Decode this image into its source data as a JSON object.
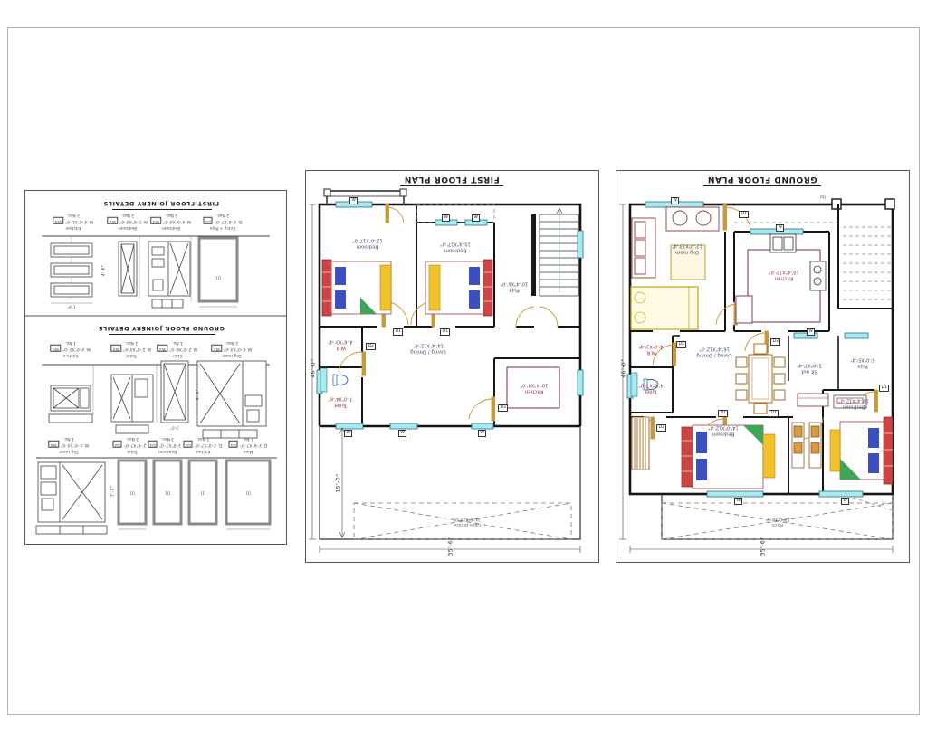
{
  "sheet": {
    "bg": "#ffffff",
    "frame_color": "#b5b5b5"
  },
  "tags": {
    "w": "W",
    "w1": "W1",
    "w2": "W2",
    "w3": "W3",
    "w4": "W4",
    "w5": "W5",
    "w6": "W6",
    "d": "D",
    "d1": "D1",
    "d2": "D2",
    "d3": "D3",
    "up": "Up"
  },
  "left_panel": {
    "section1_title": "FIRST FLOOR JOINERY DETAILS",
    "section2_title": "GROUND FLOOR JOINERY DETAILS",
    "ff_items": [
      {
        "tag": "W4",
        "room": "Kitchen",
        "size": "W. 4'-6\"X1'-6\"",
        "qty": "3 Nos."
      },
      {
        "tag": "W2",
        "room": "Bedroom",
        "size": "W. 1'-6\"X4'-6\"",
        "qty": "2 Nos."
      },
      {
        "tag": "W3",
        "room": "Bedroom",
        "size": "W. 4'-0\"X4'-6\"",
        "qty": "2 Nos."
      },
      {
        "tag": "D1",
        "room": "Entry + Puja",
        "size": "D. 3'-6\"X7'-0\"",
        "qty": "2 Nos."
      }
    ],
    "gf_row1": [
      {
        "tag": "W5",
        "room": "Kitchen",
        "size": "W. 3'-0\"X2'-0\"",
        "qty": "1 No."
      },
      {
        "tag": "W4",
        "room": "Toilet",
        "size": "W. 2'-0\"X4'-6\"",
        "qty": "2 Nos."
      },
      {
        "tag": "W2",
        "room": "Stair",
        "size": "W. 2'-6\"X6'-0\"",
        "qty": "1 No."
      },
      {
        "tag": "W1",
        "room": "Drg room",
        "size": "W. 6'-0\"X4'-6\"",
        "qty": "2 Nos."
      }
    ],
    "gf_row2": [
      {
        "tag": "W6",
        "room": "Drg room",
        "size": "W. 4'-6\"X4'-6\"",
        "qty": "1 No."
      },
      {
        "tag": "D2",
        "room": "Toilet",
        "size": "D. 2'-6\"X7'-0\"",
        "qty": "2 Nos."
      },
      {
        "tag": "D1",
        "room": "Bedroom",
        "size": "D. 3'-0\"X7'-0\"",
        "qty": "3 Nos."
      },
      {
        "tag": "D1",
        "room": "Kitchen",
        "size": "D. 3'-0\"X7'-0\"",
        "qty": "2 Nos."
      },
      {
        "tag": "D1",
        "room": "Main",
        "size": "D. 3'-6\"X7'-0\"",
        "qty": "1 No."
      }
    ],
    "dims": {
      "a": "4'-6\"",
      "b": "2'-0\"",
      "c": "3'-0\"",
      "d": "7'-0\"",
      "e": "6'-0\"",
      "f": "1'-6\""
    }
  },
  "first_floor": {
    "title": "FIRST FLOOR PLAN",
    "rooms": [
      {
        "name": "Bedroom",
        "size": "12'-0\"X17'-0\""
      },
      {
        "name": "Bedroom",
        "size": "10'-4\"X17'-0\""
      },
      {
        "name": "Puja",
        "size": "10'-4\"X6'-0\""
      },
      {
        "name": "W.R.",
        "size": "4'-6\"X3'-4\""
      },
      {
        "name": "Toilet",
        "size": "7'-0\"X4'-6\""
      },
      {
        "name": "Living / Dining",
        "size": "14'-4\"X12'-6\""
      },
      {
        "name": "Kitchen",
        "size": "10'-4\"X8'-0\""
      },
      {
        "name": "Open terrace",
        "size": "34'-6\"X15'-0\""
      }
    ],
    "dims": {
      "width": "35'-6\"",
      "height": "46'-0\"",
      "terrace": "15'-0\""
    }
  },
  "ground_floor": {
    "title": "GROUND FLOOR PLAN",
    "rooms": [
      {
        "name": "Drg room",
        "size": "12'-0\"X13'-4\""
      },
      {
        "name": "Kitchen",
        "size": "10'-4\"X12'-0\""
      },
      {
        "name": "W.R.",
        "size": "4'-6\"X3'-4\""
      },
      {
        "name": "Toilet",
        "size": "4'-6\"X7'-0\""
      },
      {
        "name": "Living / Dining",
        "size": "16'-4\"X12'-0\""
      },
      {
        "name": "Sit out",
        "size": "5'-0\"X7'-4\""
      },
      {
        "name": "Puja",
        "size": "6'-0\"X5'-4\""
      },
      {
        "name": "Bedroom",
        "size": "14'-0\"X12'-0\""
      },
      {
        "name": "Bedroom",
        "size": "10'-4\"X12'-0\""
      },
      {
        "name": "Porch",
        "size": "12'-0\"X8'-0\""
      }
    ],
    "dims": {
      "width": "35'-6\"",
      "height": "46'-0\""
    },
    "stair_note": "Up"
  }
}
